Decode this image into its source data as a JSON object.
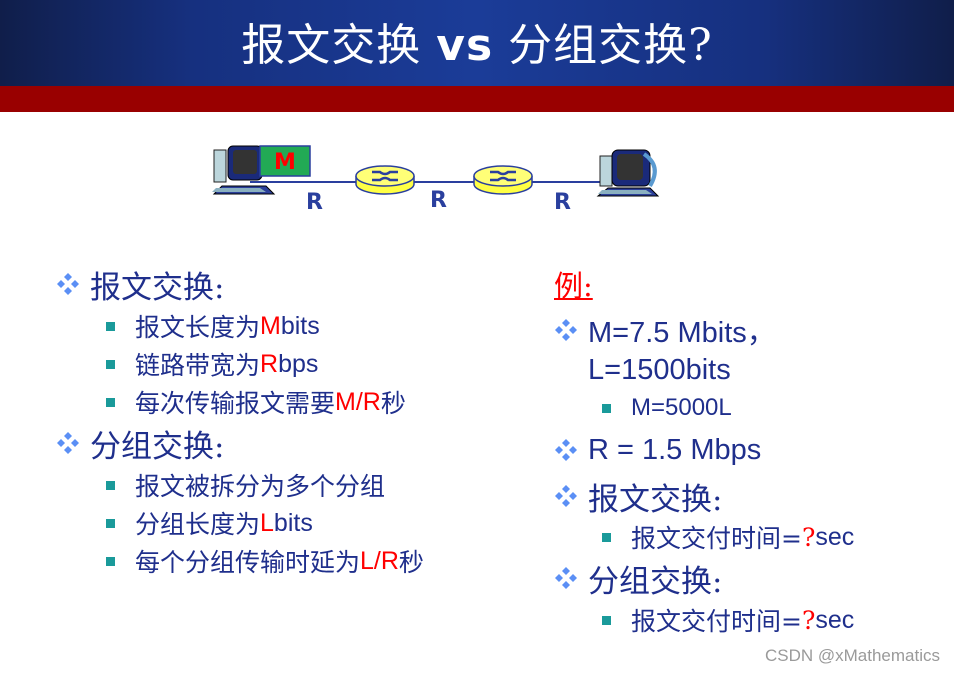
{
  "slide": {
    "title_part1": "报文交换",
    "title_vs": "vs",
    "title_part2": "分组交换?",
    "colors": {
      "title_bg": "#1b3c98",
      "red_band": "#990000",
      "body_text": "#1f2f8c",
      "highlight": "#ff0000",
      "bullet_square": "#1a9a9a",
      "router_fill": "#ffff66"
    }
  },
  "diagram": {
    "message_label": "M",
    "link_labels": [
      "R",
      "R",
      "R"
    ],
    "icons": [
      "source-computer-icon",
      "router-icon",
      "router-icon",
      "destination-computer-icon"
    ]
  },
  "left": {
    "sections": [
      {
        "heading": "报文交换:",
        "items": [
          {
            "pre": "报文长度为",
            "red": "M",
            "post": " bits"
          },
          {
            "pre": "链路带宽为",
            "red": "R",
            "post": " bps"
          },
          {
            "pre": "每次传输报文需要",
            "red": "M/R",
            "post": "秒"
          }
        ]
      },
      {
        "heading": "分组交换:",
        "items": [
          {
            "pre": "报文被拆分为多个分组",
            "red": "",
            "post": ""
          },
          {
            "pre": "分组长度为",
            "red": "L",
            "post": " bits"
          },
          {
            "pre": "每个分组传输时延为",
            "red": "L/R",
            "post": "秒"
          }
        ]
      }
    ]
  },
  "right": {
    "example_label": "例:",
    "m_line1": "M=7.5 Mbits，",
    "m_line2": "L=1500bits",
    "m_sub": "M=5000L",
    "r_line": "R = 1.5 Mbps",
    "msg_heading": "报文交换:",
    "msg_item_pre": "报文交付时间=",
    "msg_item_q": "?",
    "msg_item_post": " sec",
    "pkt_heading": "分组交换:",
    "pkt_item_pre": "报文交付时间=",
    "pkt_item_q": "?",
    "pkt_item_post": " sec"
  },
  "watermark": "CSDN @xMathematics"
}
